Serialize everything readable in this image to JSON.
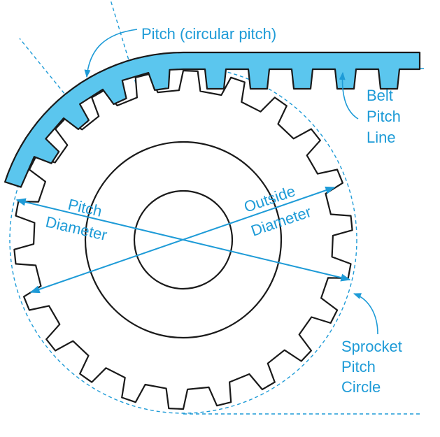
{
  "labels": {
    "pitch": "Pitch (circular pitch)",
    "belt_line_1": "Belt",
    "belt_line_2": "Pitch",
    "belt_line_3": "Line",
    "pitch_diameter_1": "Pitch",
    "pitch_diameter_2": "Diameter",
    "outside_diameter_1": "Outside",
    "outside_diameter_2": "Diameter",
    "sprocket_line_1": "Sprocket",
    "sprocket_line_2": "Pitch",
    "sprocket_line_3": "Circle"
  },
  "colors": {
    "accent": "#1e9bd7",
    "belt_fill": "#5bc6ee",
    "ink": "#1a1a1a",
    "background": "#ffffff"
  }
}
